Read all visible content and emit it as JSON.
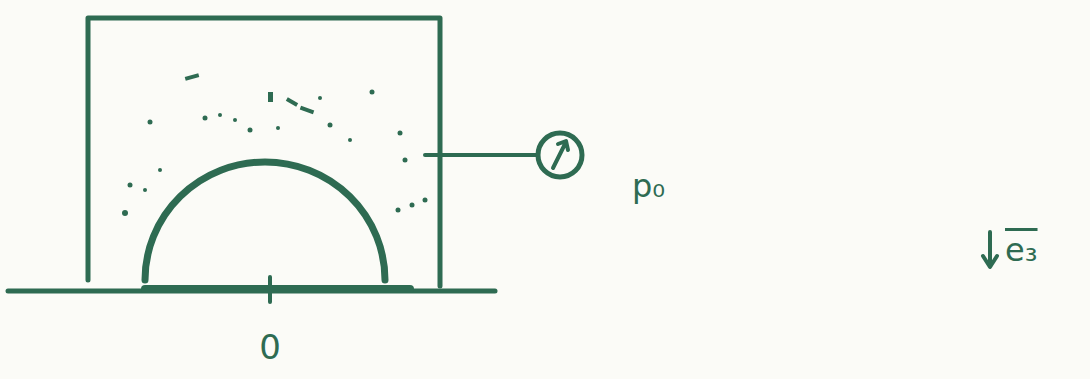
{
  "diagram": {
    "labels": [
      "0",
      "p₀",
      "e₃"
    ]
  }
}
